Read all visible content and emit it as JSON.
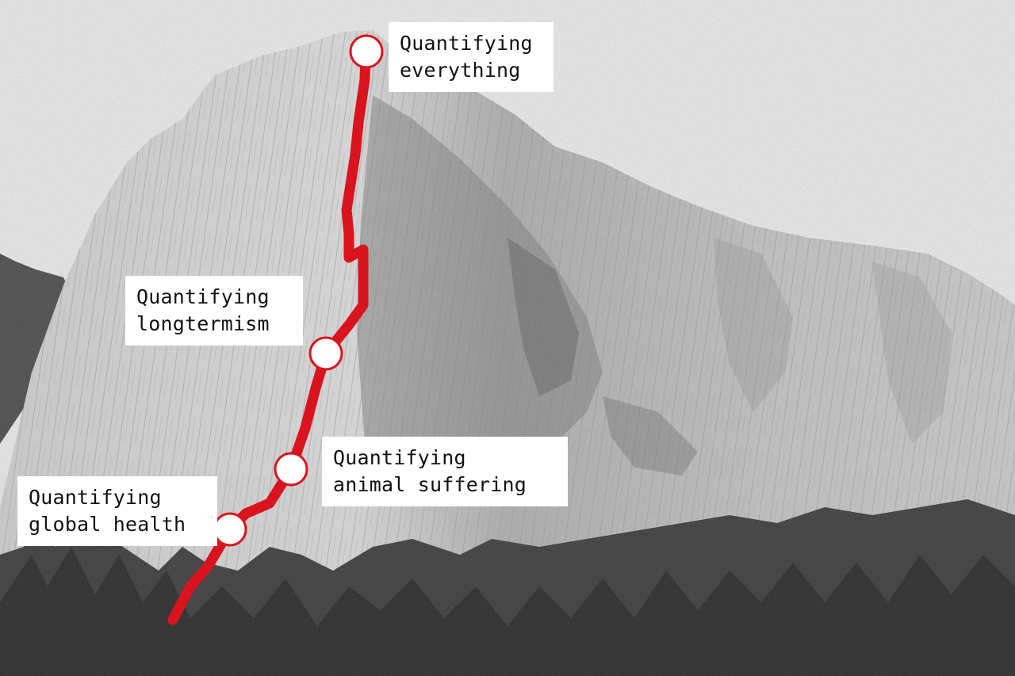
{
  "image": {
    "description_colors": {
      "sky": "#e9e9e9",
      "rock": "#b4b4b4",
      "rock_shadow": "#6a6a6a",
      "forest": "#3a3a3a",
      "route": "#d9141e",
      "marker_fill": "#ffffff",
      "label_bg": "#ffffff"
    }
  },
  "milestones": [
    {
      "id": "everything",
      "label": "Quantifying\neverything"
    },
    {
      "id": "longtermism",
      "label": "Quantifying\nlongtermism"
    },
    {
      "id": "animal",
      "label": "Quantifying\nanimal suffering"
    },
    {
      "id": "global-health",
      "label": "Quantifying\nglobal health"
    }
  ]
}
